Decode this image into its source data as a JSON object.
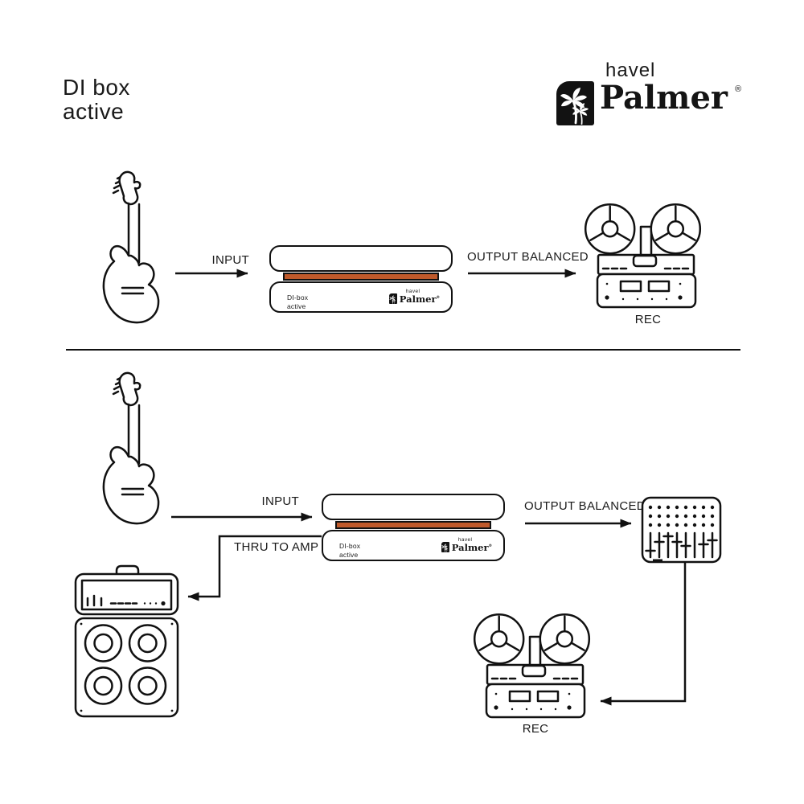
{
  "page": {
    "heading_line1": "DI box",
    "heading_line2": "active"
  },
  "brand": {
    "sub": "havel",
    "name": "Palmer",
    "reg": "®"
  },
  "labels": {
    "input": "INPUT",
    "output_balanced": "OUTPUT BALANCED",
    "thru_to_amp": "THRU TO AMP",
    "rec": "REC"
  },
  "di_box": {
    "model_line1": "DI-box",
    "model_line2": "active",
    "brand_sub": "havel",
    "brand_name": "Palmer",
    "reg": "®"
  },
  "icons": {
    "source": "electric-guitar-icon",
    "recorder": "reel-to-reel-recorder-icon",
    "mixer": "mixing-console-icon",
    "amplifier": "guitar-amp-icon",
    "brand_mark": "palm-tree-icon"
  },
  "colors": {
    "accent": "#c05a2b",
    "ink": "#111111",
    "background": "#ffffff"
  }
}
